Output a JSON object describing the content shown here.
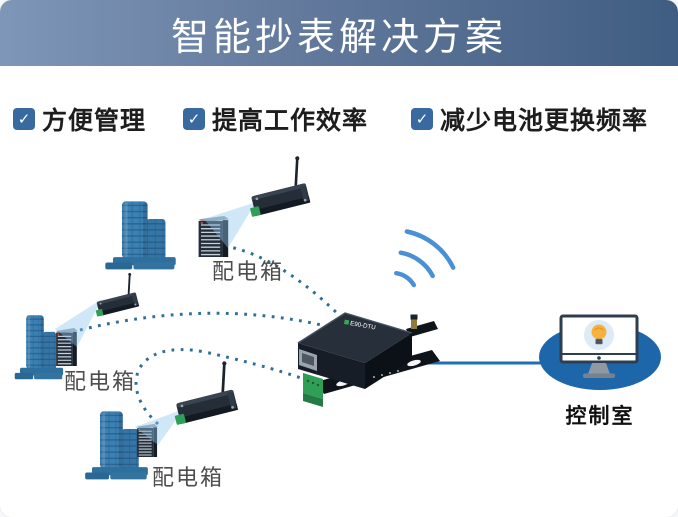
{
  "header": {
    "title": "智能抄表解决方案"
  },
  "features": {
    "check_glyph": "✓",
    "items": [
      {
        "label": "方便管理"
      },
      {
        "label": "提高工作效率"
      },
      {
        "label": "减少电池更换频率"
      }
    ]
  },
  "diagram": {
    "meter_groups": [
      {
        "label": "配电箱"
      },
      {
        "label": "配电箱"
      },
      {
        "label": "配电箱"
      }
    ],
    "gateway": {
      "model_label": "E90-DTU"
    },
    "control_room": {
      "label": "控制室"
    }
  },
  "colors": {
    "header_gradient_start": "#7e96b8",
    "header_gradient_end": "#3f5d82",
    "checkbox_blue": "#386aa0",
    "building_blue": "#3b81b3",
    "dotted_line_blue": "#2f6f96",
    "wifi_blue": "#4a90d6",
    "control_ellipse_blue": "#1d66aa",
    "bulb_yellow": "#f6b23c",
    "device_black": "#20272f",
    "terminal_green": "#2f9e57"
  }
}
